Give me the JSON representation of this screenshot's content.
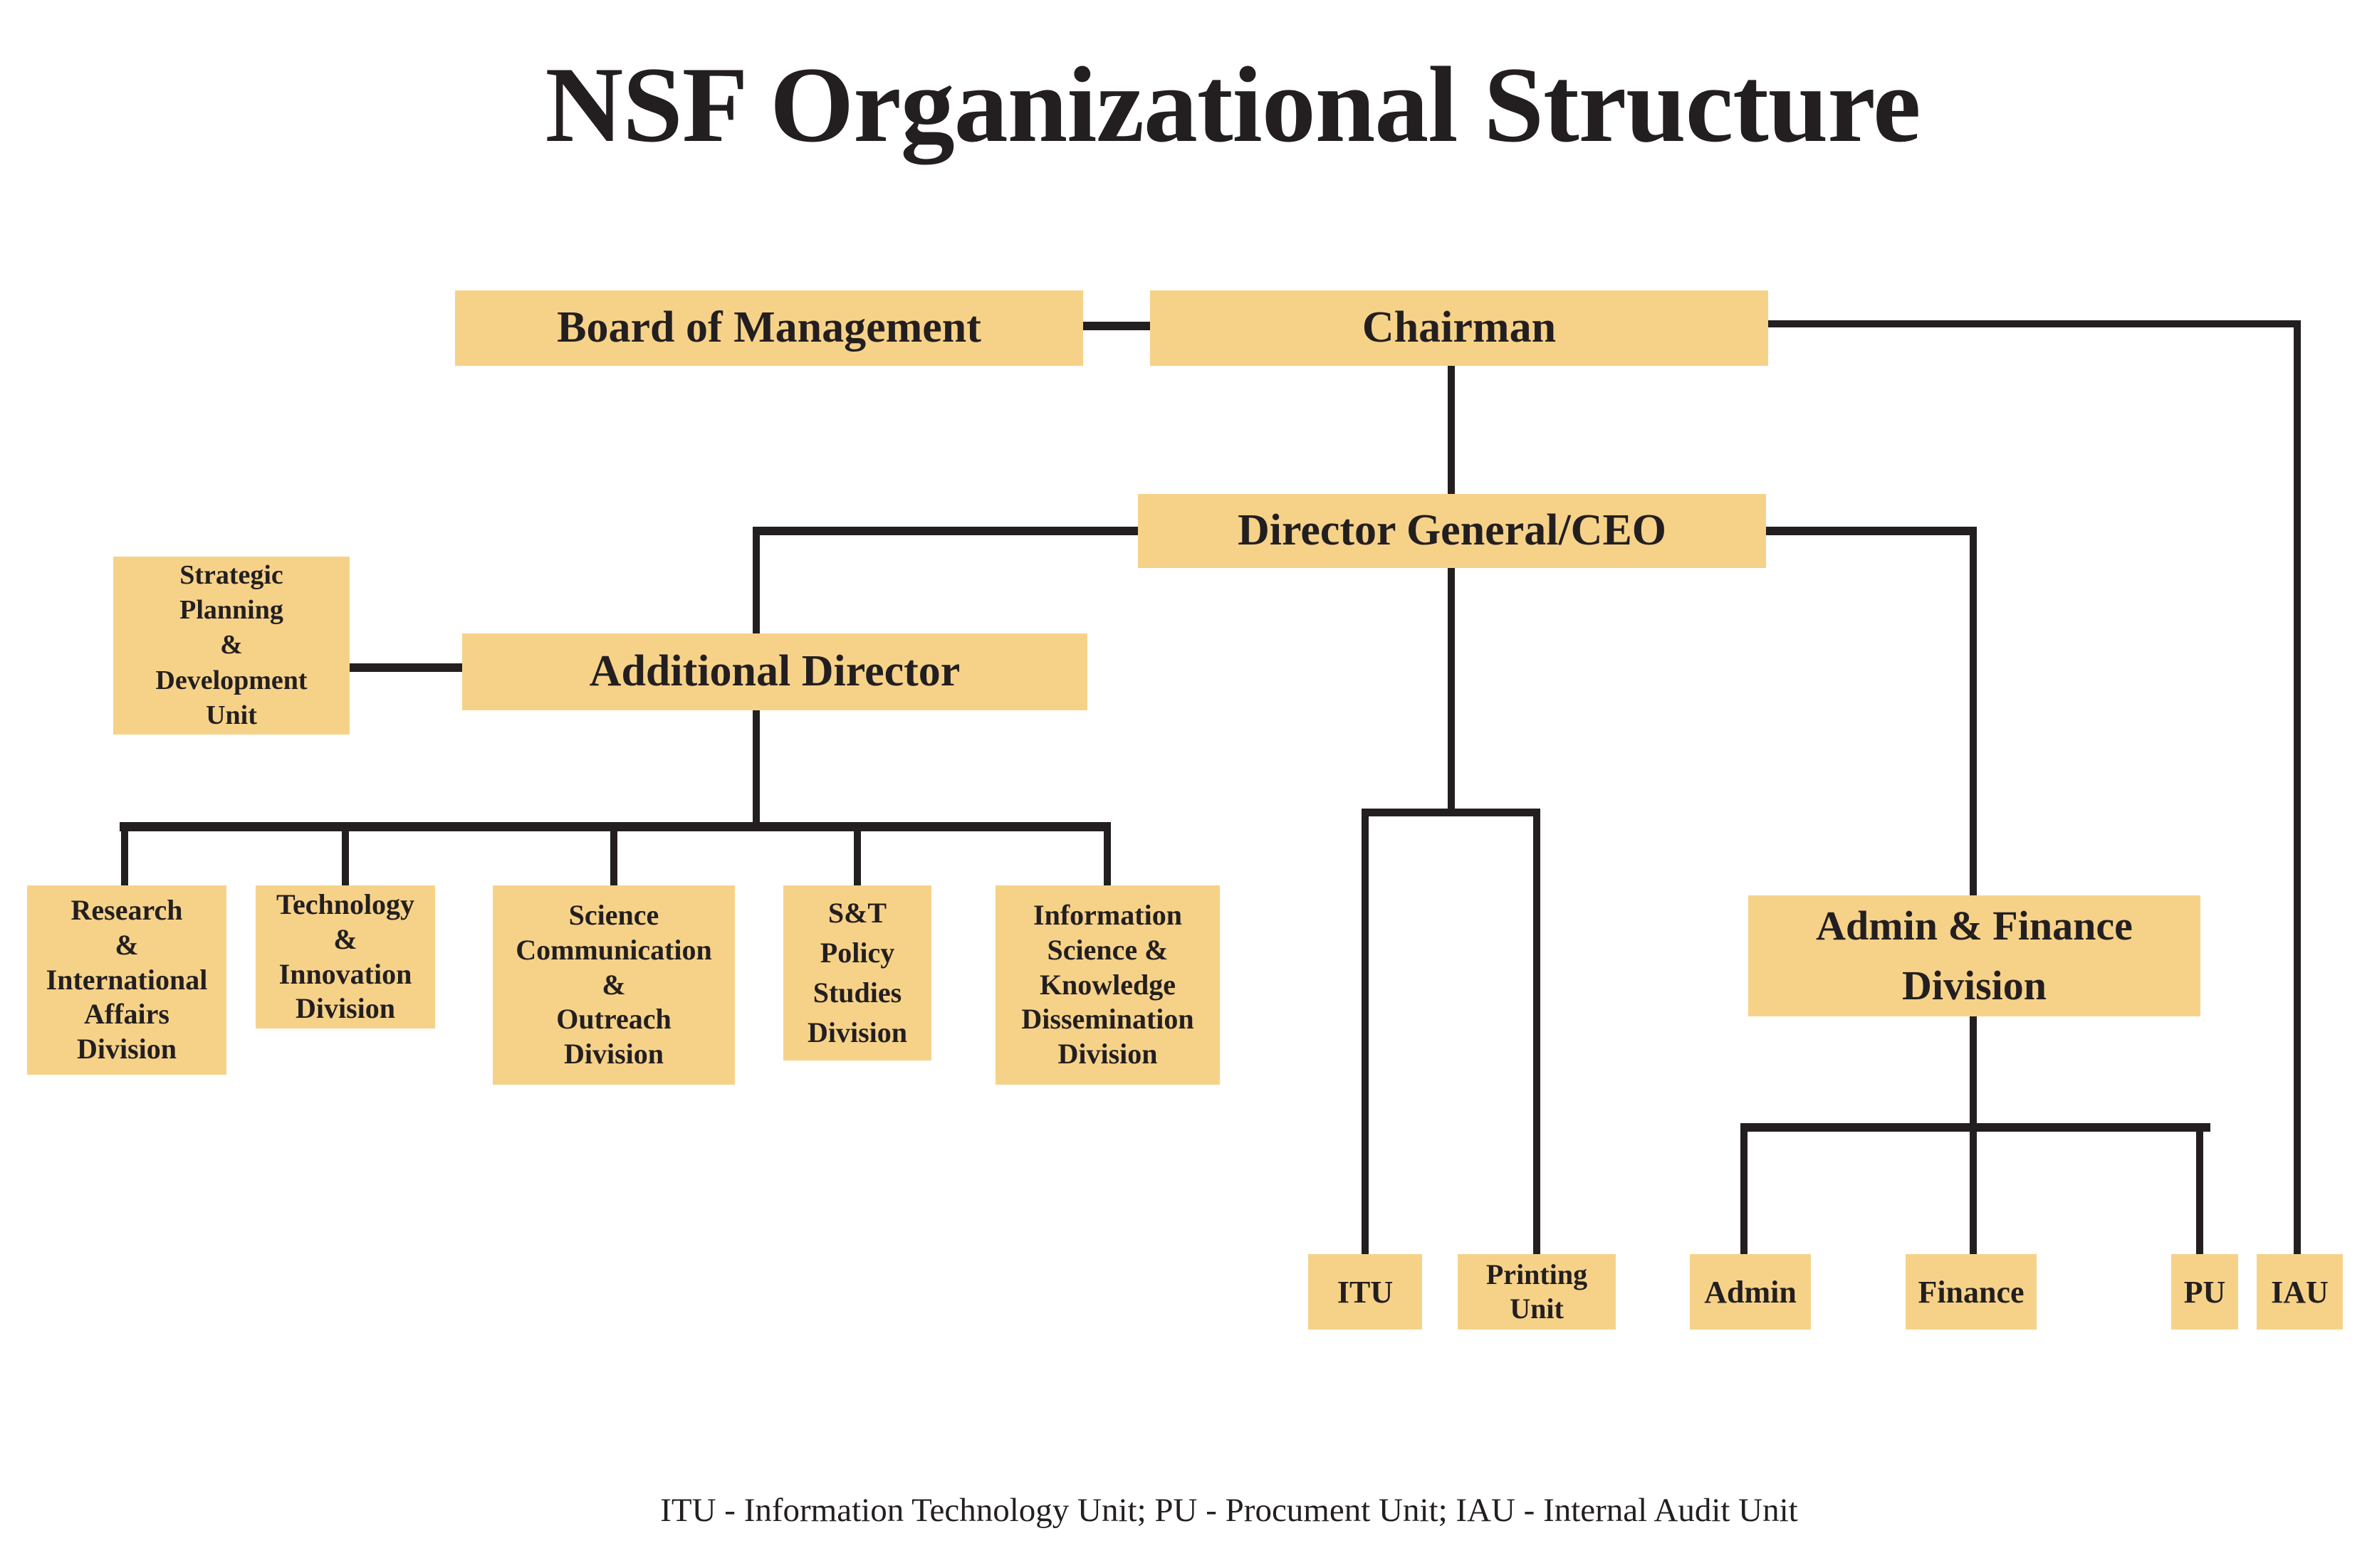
{
  "page": {
    "title": "NSF Organizational Structure",
    "legend": "ITU - Information Technology Unit; PU - Procument Unit; IAU - Internal Audit Unit"
  },
  "colors": {
    "node_fill": "#F6D289",
    "line": "#231F20",
    "text": "#231F20",
    "background": "#FFFFFF"
  },
  "org": {
    "board_of_management": {
      "label": "Board of Management"
    },
    "chairman": {
      "label": "Chairman"
    },
    "director_general_ceo": {
      "label": "Director General/CEO"
    },
    "strategic_planning_development_unit": {
      "label": "Strategic\nPlanning\n&\nDevelopment\nUnit"
    },
    "additional_director": {
      "label": "Additional Director"
    },
    "research_international_affairs_division": {
      "label": "Research\n&\nInternational\nAffairs\nDivision"
    },
    "technology_innovation_division": {
      "label": "Technology\n&\nInnovation\nDivision"
    },
    "science_communication_outreach_division": {
      "label": "Science\nCommunication\n&\nOutreach\nDivision"
    },
    "st_policy_studies_division": {
      "label": "S&T\nPolicy\nStudies\nDivision"
    },
    "information_science_knowledge_dissemination_division": {
      "label": "Information\nScience &\nKnowledge\nDissemination\nDivision"
    },
    "admin_finance_division": {
      "label": "Admin & Finance\nDivision"
    },
    "itu": {
      "label": "ITU"
    },
    "printing_unit": {
      "label": "Printing\nUnit"
    },
    "admin": {
      "label": "Admin"
    },
    "finance": {
      "label": "Finance"
    },
    "pu": {
      "label": "PU"
    },
    "iau": {
      "label": "IAU"
    }
  }
}
